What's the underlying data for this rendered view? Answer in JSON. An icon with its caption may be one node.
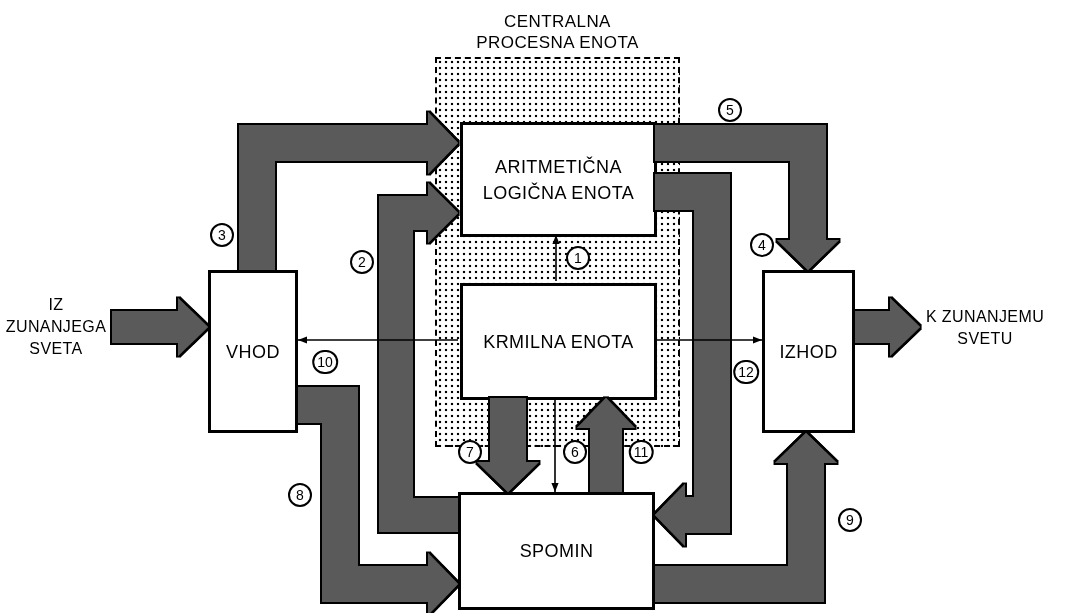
{
  "diagram": {
    "nodes": [
      {
        "text": [
          "CENTRALNA PROCESNA ENOTA"
        ]
      },
      {
        "text": [
          "ARITMETIČNA LOGIČNA ENOTA"
        ],
        "in": 0
      },
      {
        "text": [
          "KRMILNA ENOTA"
        ],
        "in": 0
      },
      {
        "text": [
          "VHOD"
        ]
      },
      {
        "text": [
          "IZHOD"
        ]
      },
      {
        "text": [
          "SPOMIN"
        ]
      },
      {
        "text": [
          "IZ ZUNANJEGA SVETA"
        ]
      },
      {
        "text": [
          "K ZUNANJEMU SVETU"
        ]
      }
    ],
    "edges": [
      {
        "from": 6,
        "to": 3,
        "arrow": "to"
      },
      {
        "from": 3,
        "to": 1,
        "arrow": "to",
        "label": "3"
      },
      {
        "from": 5,
        "to": 1,
        "arrow": "to",
        "label": "2"
      },
      {
        "from": 2,
        "to": 1,
        "arrow": "to",
        "label": "1",
        "color": "#000000"
      },
      {
        "from": 1,
        "to": 4,
        "arrow": "to",
        "label": "5"
      },
      {
        "from": 1,
        "to": 5,
        "arrow": "to",
        "label": "4"
      },
      {
        "from": 2,
        "to": 3,
        "arrow": "to",
        "label": "10",
        "color": "#000000"
      },
      {
        "from": 2,
        "to": 4,
        "arrow": "to",
        "label": "12",
        "color": "#000000"
      },
      {
        "from": 2,
        "to": 5,
        "arrow": "to",
        "label": "7"
      },
      {
        "from": 2,
        "to": 5,
        "arrow": "to",
        "label": "6",
        "color": "#000000"
      },
      {
        "from": 5,
        "to": 2,
        "arrow": "to",
        "label": "11"
      },
      {
        "from": 3,
        "to": 5,
        "arrow": "to",
        "label": "8"
      },
      {
        "from": 5,
        "to": 4,
        "arrow": "to",
        "label": "9"
      },
      {
        "from": 4,
        "to": 7,
        "arrow": "to"
      }
    ]
  }
}
